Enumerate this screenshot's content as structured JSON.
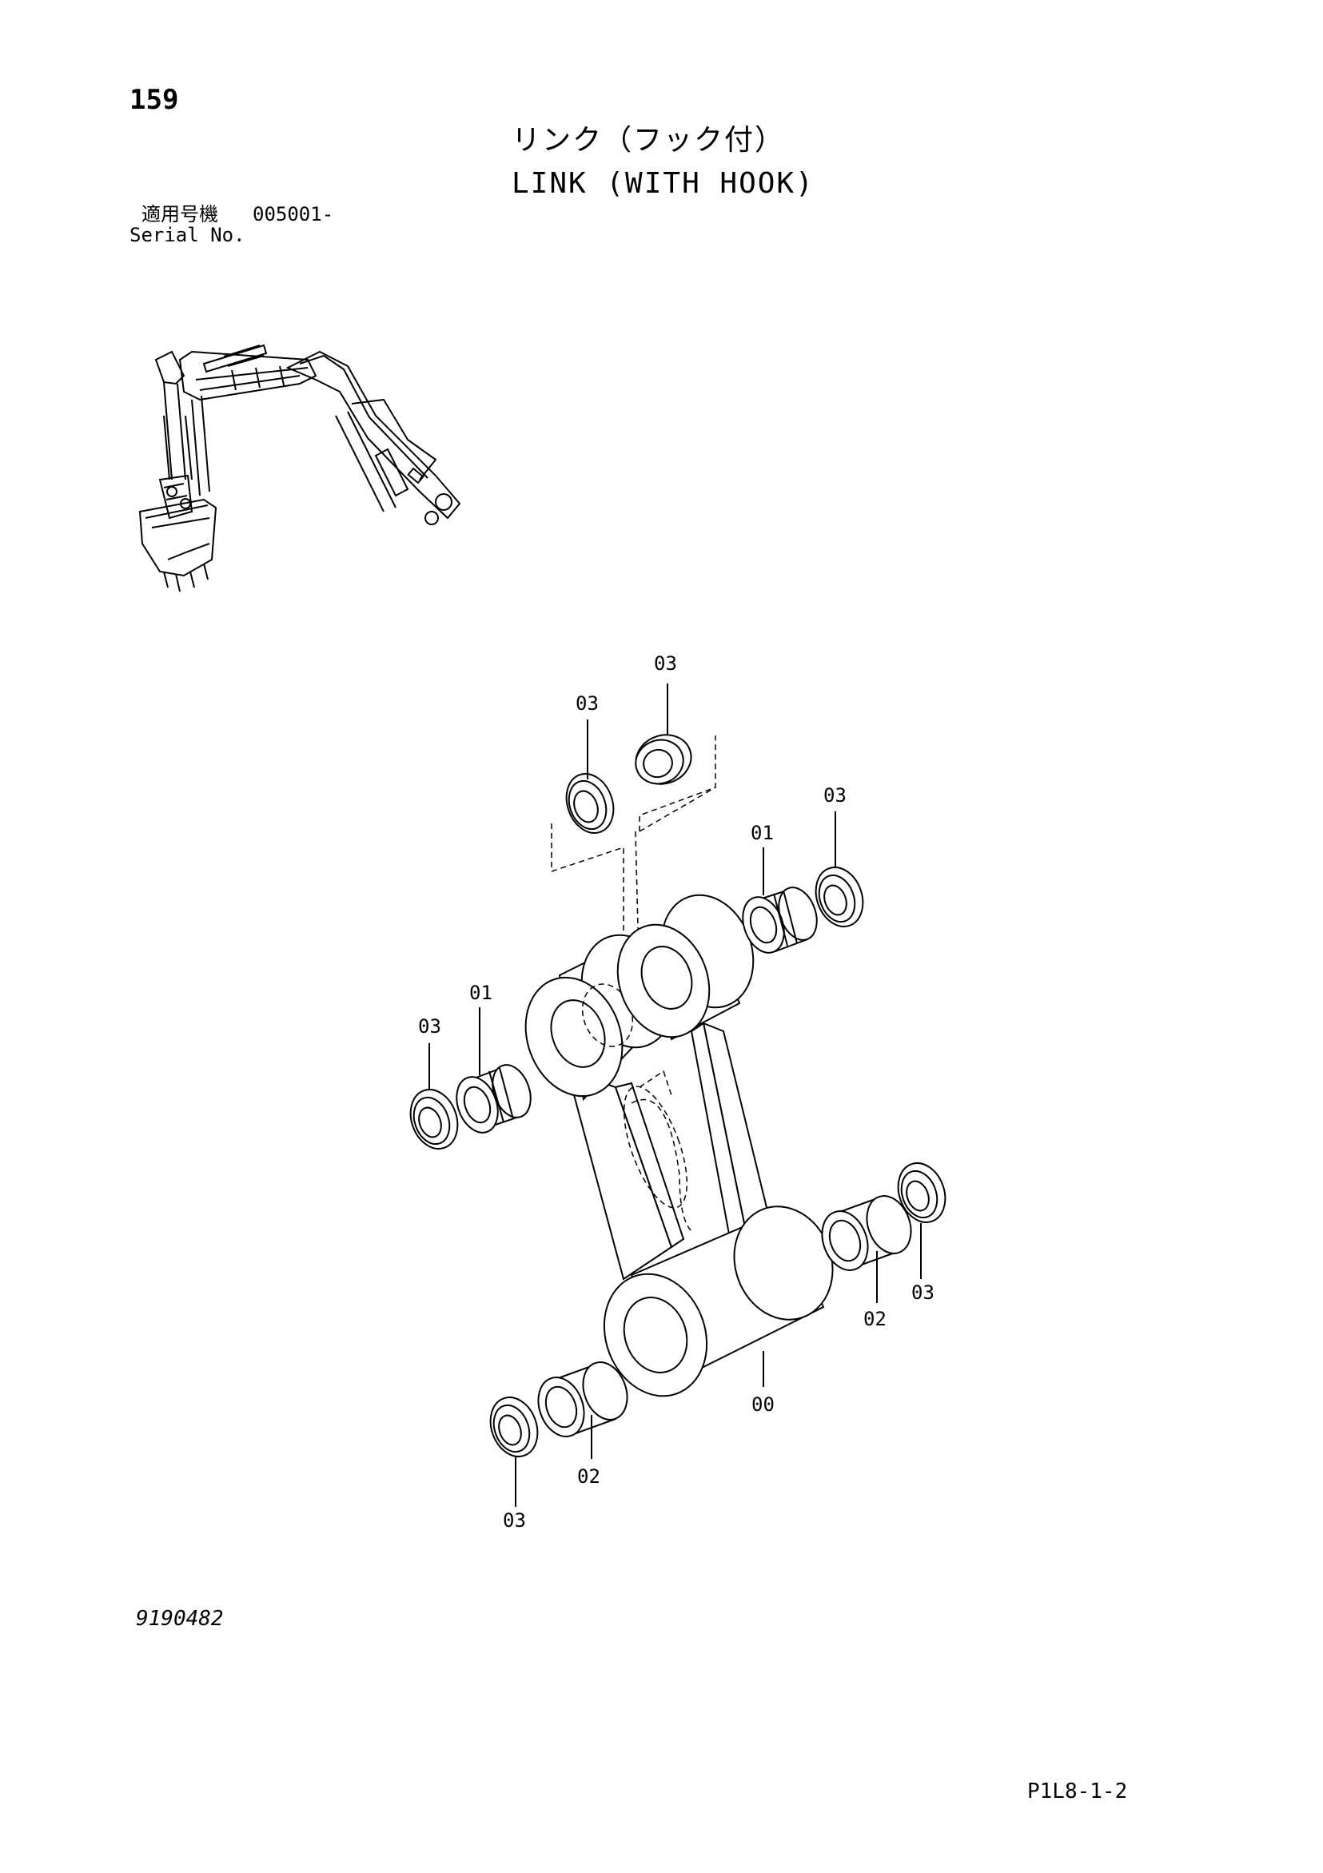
{
  "header": {
    "page_number": "159",
    "title_jp": "リンク（フック付）",
    "title_en": "LINK (WITH HOOK)",
    "serial_label_jp": "適用号機",
    "serial_value": "005001-",
    "serial_label_en": "Serial No."
  },
  "callouts": {
    "link_body": "00",
    "bushing_upper_left": "01",
    "bushing_upper_right": "01",
    "bushing_lower_left": "02",
    "bushing_lower_right": "02",
    "shim_top_left": "03",
    "shim_top_right": "03",
    "shim_right_upper": "03",
    "shim_left_upper": "03",
    "shim_right_lower": "03",
    "shim_left_lower": "03"
  },
  "footer": {
    "drawing_number": "9190482",
    "page_code": "P1L8-1-2"
  }
}
